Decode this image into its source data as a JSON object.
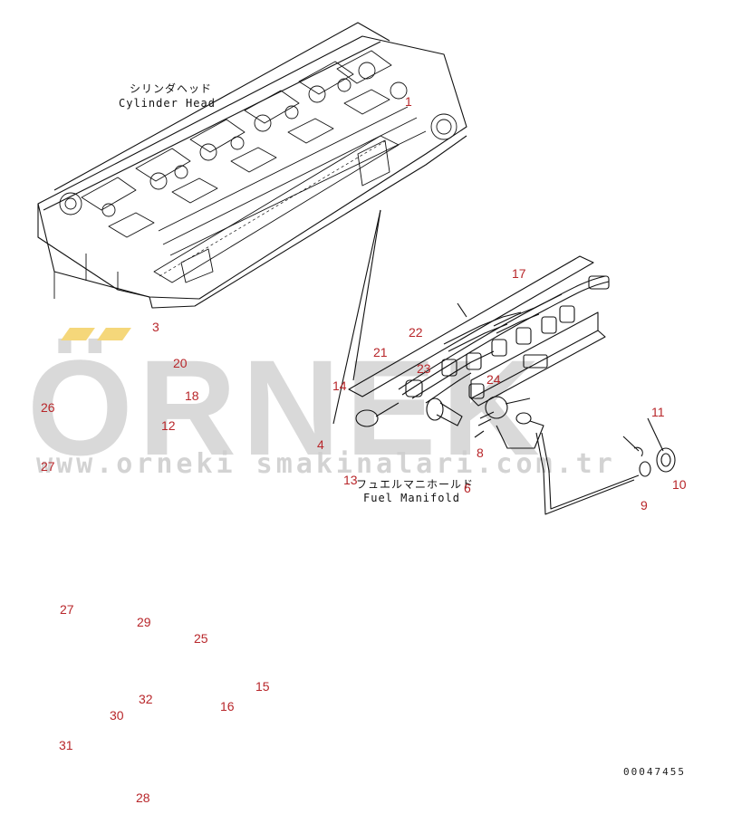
{
  "watermark": {
    "brand": "ÖRNEK",
    "url": "www.orneki smakinalari.com.tr",
    "brand_color": "#cccccc",
    "accent_color": "#f5d77a"
  },
  "labels": {
    "cylinder_head_jp": "シリンダヘッド",
    "cylinder_head_en": "Cylinder Head",
    "fuel_manifold_jp": "フュエルマニホールド",
    "fuel_manifold_en": "Fuel Manifold"
  },
  "callouts": [
    "1",
    "3",
    "20",
    "18",
    "26",
    "12",
    "27",
    "21",
    "22",
    "17",
    "14",
    "23",
    "24",
    "13",
    "4",
    "6",
    "8",
    "11",
    "10",
    "9",
    "27",
    "29",
    "25",
    "15",
    "16",
    "32",
    "30",
    "31",
    "28"
  ],
  "document_number": "00047455",
  "colors": {
    "line": "#111111",
    "callout": "#b8262a"
  }
}
